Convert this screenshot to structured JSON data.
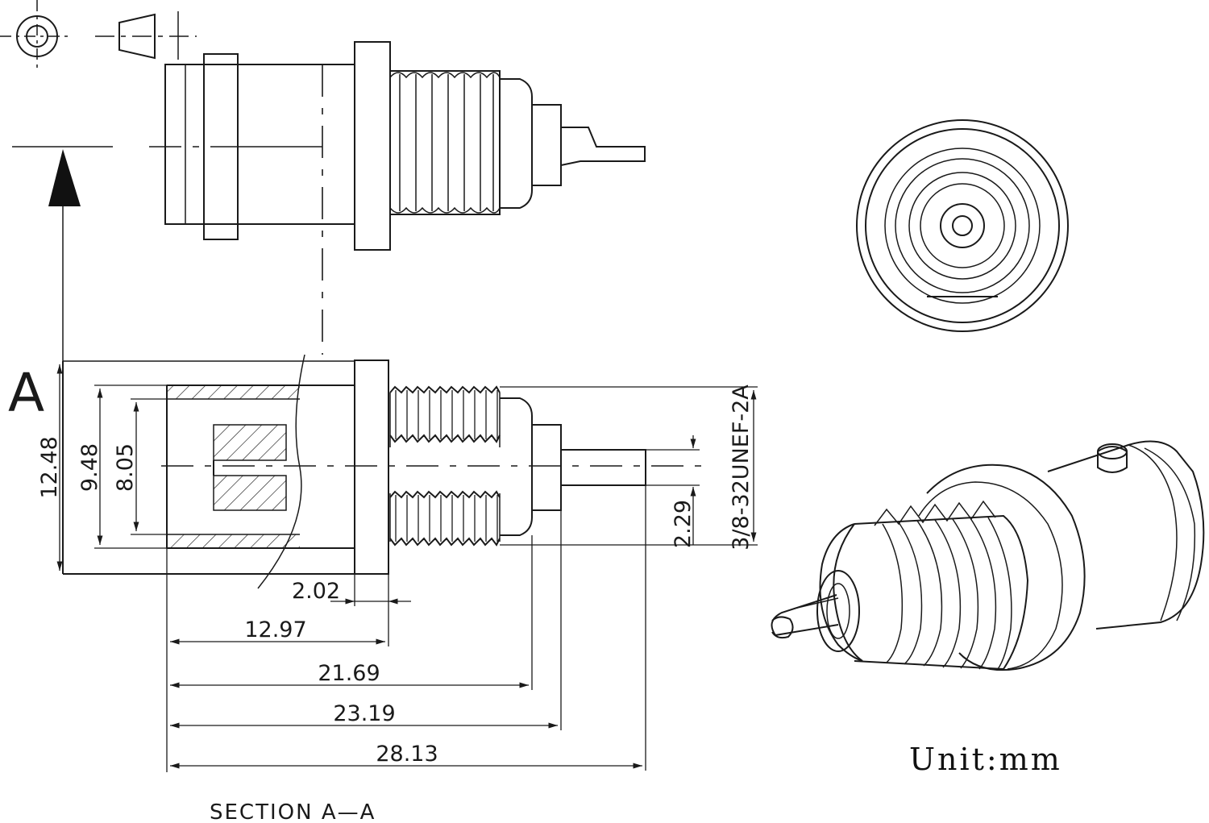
{
  "section": {
    "marker_letter": "A",
    "caption": "SECTION A—A"
  },
  "unit_label": "Unit:mm",
  "dimensions": {
    "overall_height": "12.48",
    "inner_height": "9.48",
    "bore_height": "8.05",
    "thread_spec": "3/8-32UNEF-2A",
    "pin_diameter": "2.29",
    "flange_thickness": "2.02",
    "to_flange": "12.97",
    "to_nut_face": "21.69",
    "to_insulator": "23.19",
    "overall_length": "28.13"
  }
}
